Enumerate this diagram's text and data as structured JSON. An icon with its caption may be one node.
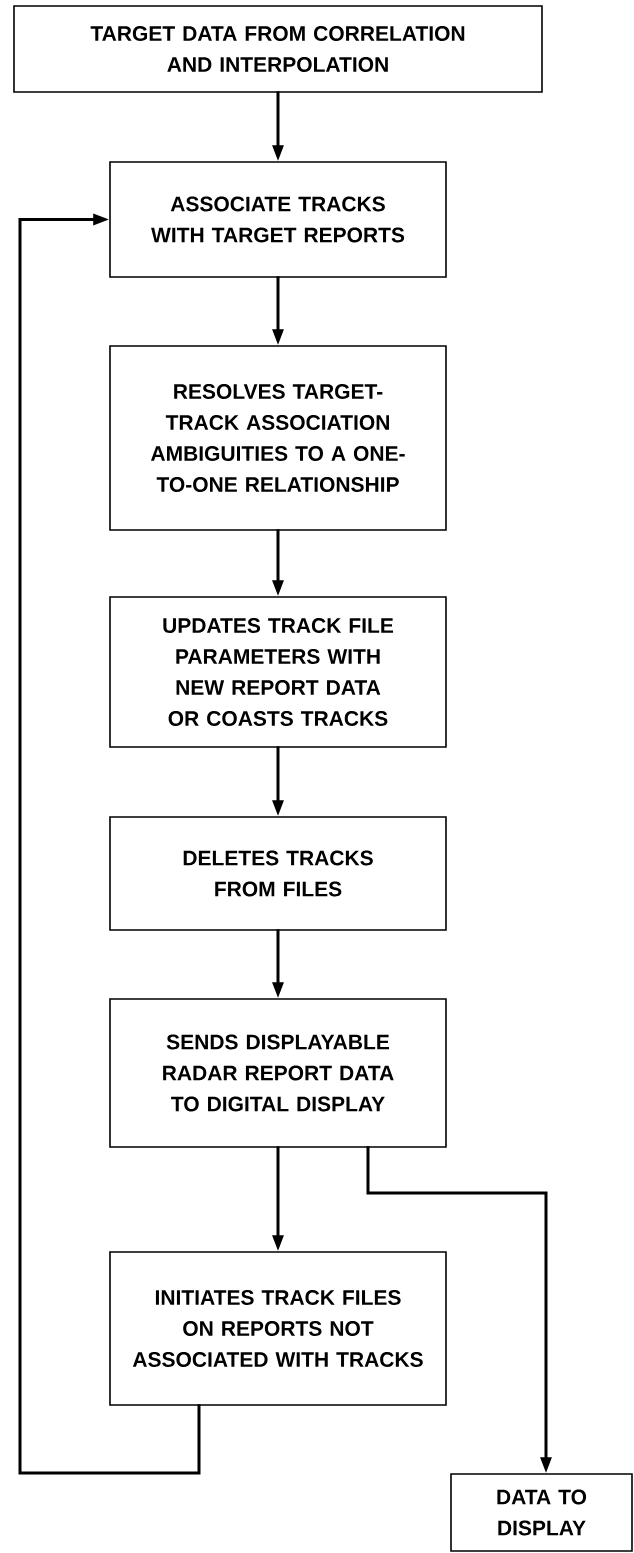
{
  "diagram": {
    "nodes": [
      {
        "text": [
          "TARGET DATA FROM CORRELATION AND INTERPOLATION"
        ]
      },
      {
        "text": [
          "ASSOCIATE TRACKS WITH TARGET REPORTS"
        ]
      },
      {
        "text": [
          "RESOLVES TARGET-TRACK ASSOCIATION AMBIGUITIES TO A ONE-TO-ONE RELATIONSHIP"
        ]
      },
      {
        "text": [
          "UPDATES TRACK FILE PARAMETERS WITH NEW REPORT DATA OR COASTS TRACKS"
        ]
      },
      {
        "text": [
          "DELETES TRACKS FROM FILES"
        ]
      },
      {
        "text": [
          "SENDS DISPLAYABLE RADAR REPORT DATA TO DIGITAL DISPLAY"
        ]
      },
      {
        "text": [
          "INITIATES TRACK FILES ON REPORTS NOT ASSOCIATED WITH TRACKS"
        ]
      },
      {
        "text": [
          "DATA TO DISPLAY"
        ]
      }
    ],
    "edges": [
      {
        "from": 0,
        "to": 1,
        "arrow": "to"
      },
      {
        "from": 1,
        "to": 2,
        "arrow": "to"
      },
      {
        "from": 2,
        "to": 3,
        "arrow": "to"
      },
      {
        "from": 3,
        "to": 4,
        "arrow": "to"
      },
      {
        "from": 4,
        "to": 5,
        "arrow": "to"
      },
      {
        "from": 5,
        "to": 6,
        "arrow": "to"
      },
      {
        "from": 5,
        "to": 7,
        "arrow": "to"
      },
      {
        "from": 6,
        "to": 1,
        "arrow": "to"
      }
    ]
  }
}
